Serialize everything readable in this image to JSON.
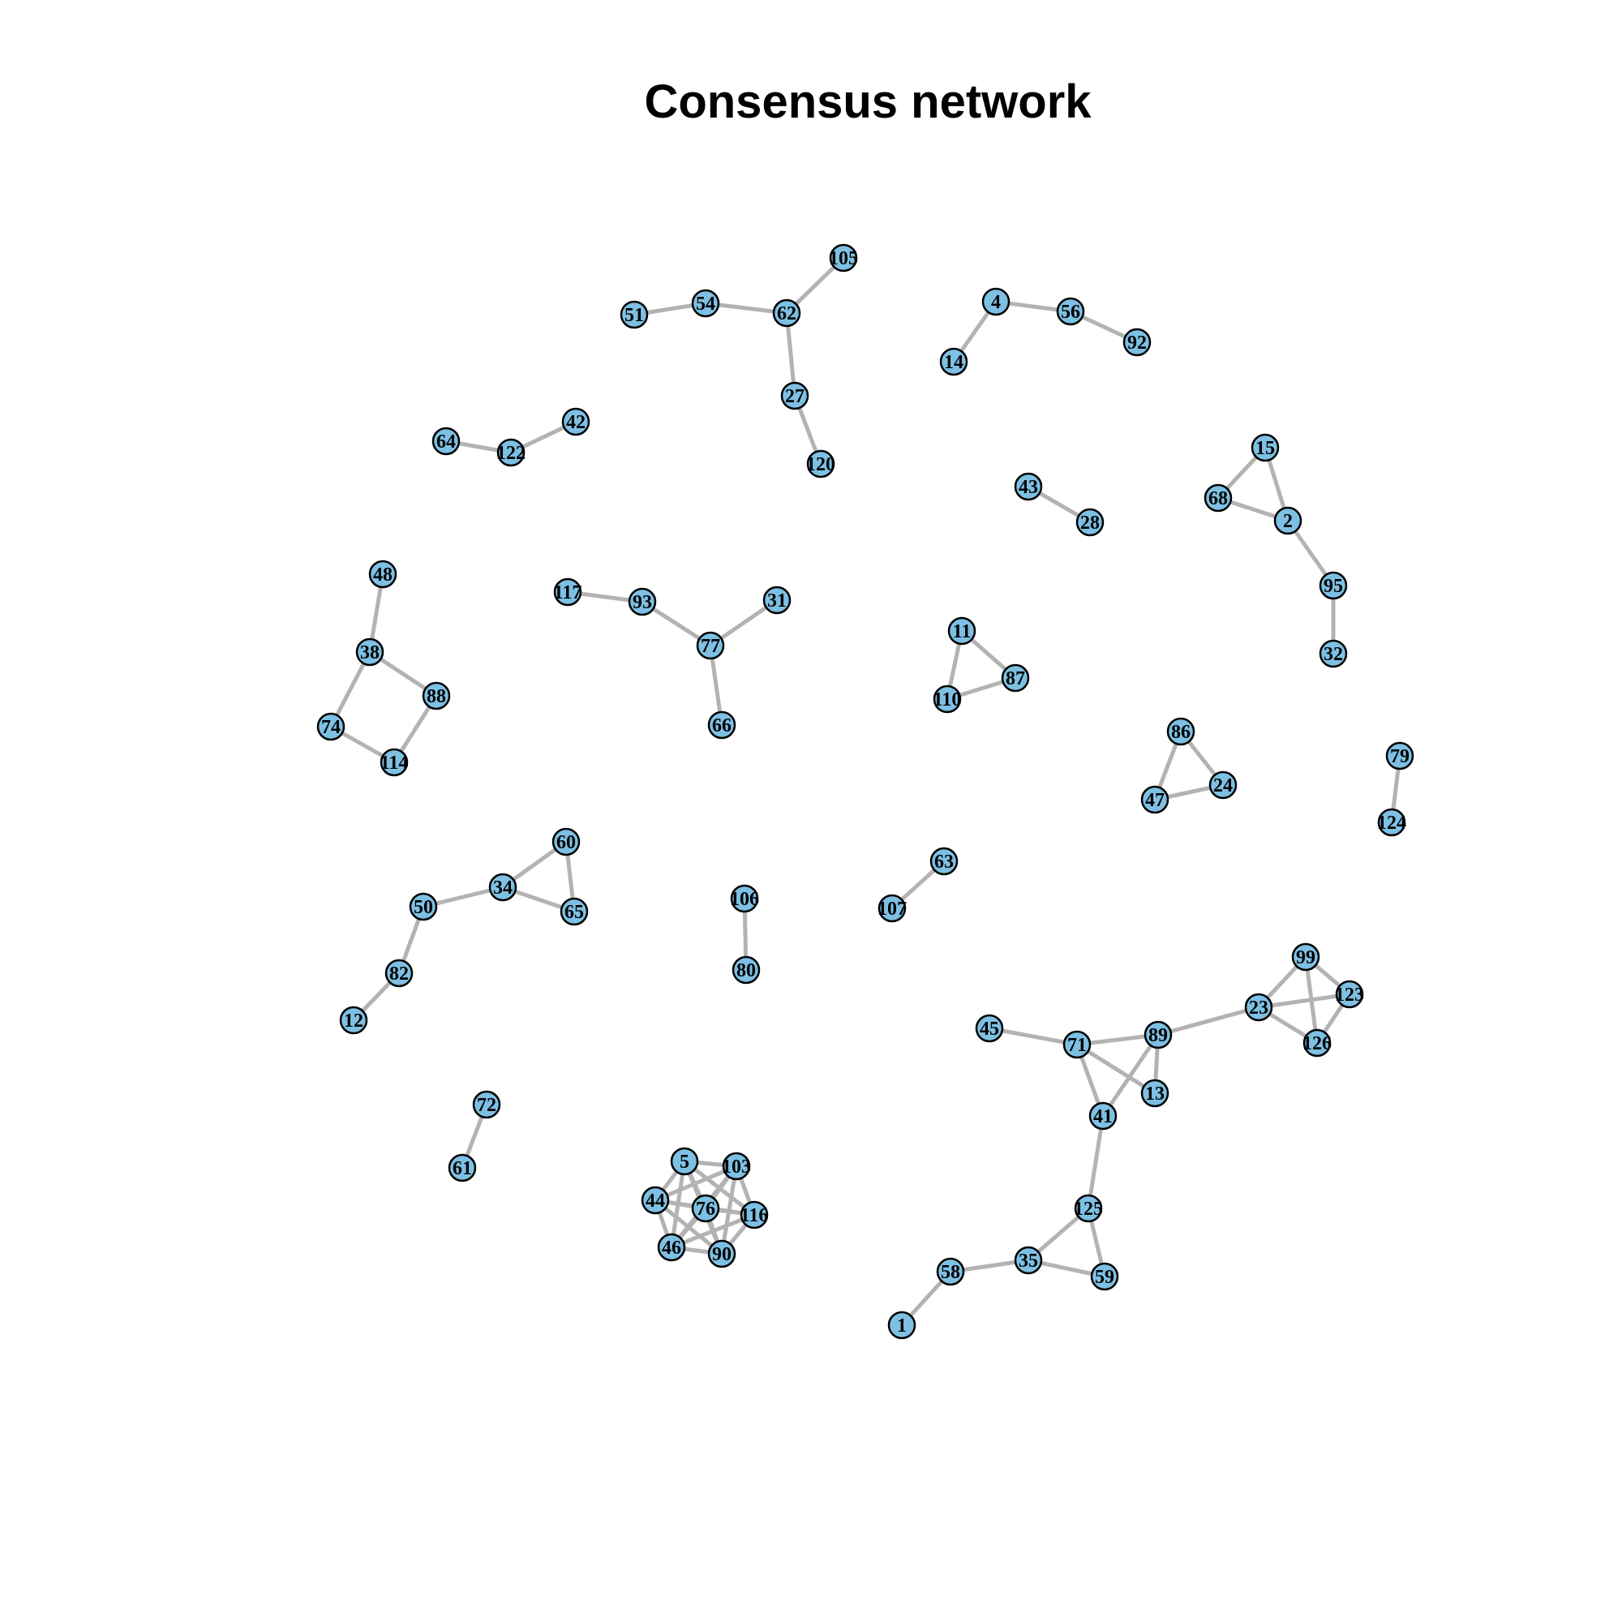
{
  "title": "Consensus network",
  "colors": {
    "node_fill": "#7ec0e3",
    "node_stroke": "#000000",
    "edge": "#b3b3b3",
    "background": "#ffffff"
  },
  "nodes": [
    "1",
    "2",
    "4",
    "5",
    "11",
    "12",
    "13",
    "14",
    "15",
    "23",
    "24",
    "27",
    "28",
    "31",
    "32",
    "34",
    "35",
    "38",
    "41",
    "42",
    "43",
    "44",
    "45",
    "46",
    "47",
    "48",
    "50",
    "51",
    "54",
    "56",
    "58",
    "59",
    "60",
    "61",
    "62",
    "63",
    "64",
    "65",
    "66",
    "68",
    "71",
    "72",
    "74",
    "76",
    "77",
    "79",
    "80",
    "82",
    "86",
    "87",
    "88",
    "89",
    "90",
    "92",
    "93",
    "95",
    "99",
    "103",
    "105",
    "106",
    "107",
    "110",
    "114",
    "116",
    "117",
    "120",
    "122",
    "123",
    "124",
    "125",
    "126"
  ],
  "edges": [
    [
      "51",
      "54"
    ],
    [
      "54",
      "62"
    ],
    [
      "62",
      "105"
    ],
    [
      "62",
      "27"
    ],
    [
      "27",
      "120"
    ],
    [
      "4",
      "14"
    ],
    [
      "4",
      "56"
    ],
    [
      "56",
      "92"
    ],
    [
      "64",
      "122"
    ],
    [
      "122",
      "42"
    ],
    [
      "43",
      "28"
    ],
    [
      "15",
      "68"
    ],
    [
      "15",
      "2"
    ],
    [
      "68",
      "2"
    ],
    [
      "2",
      "95"
    ],
    [
      "95",
      "32"
    ],
    [
      "48",
      "38"
    ],
    [
      "38",
      "88"
    ],
    [
      "38",
      "74"
    ],
    [
      "74",
      "114"
    ],
    [
      "114",
      "88"
    ],
    [
      "117",
      "93"
    ],
    [
      "93",
      "77"
    ],
    [
      "77",
      "31"
    ],
    [
      "77",
      "66"
    ],
    [
      "11",
      "87"
    ],
    [
      "11",
      "110"
    ],
    [
      "110",
      "87"
    ],
    [
      "86",
      "47"
    ],
    [
      "86",
      "24"
    ],
    [
      "47",
      "24"
    ],
    [
      "79",
      "124"
    ],
    [
      "60",
      "34"
    ],
    [
      "60",
      "65"
    ],
    [
      "34",
      "65"
    ],
    [
      "34",
      "50"
    ],
    [
      "50",
      "82"
    ],
    [
      "82",
      "12"
    ],
    [
      "106",
      "80"
    ],
    [
      "63",
      "107"
    ],
    [
      "72",
      "61"
    ],
    [
      "45",
      "71"
    ],
    [
      "71",
      "89"
    ],
    [
      "71",
      "13"
    ],
    [
      "71",
      "41"
    ],
    [
      "89",
      "13"
    ],
    [
      "89",
      "41"
    ],
    [
      "89",
      "23"
    ],
    [
      "41",
      "125"
    ],
    [
      "23",
      "99"
    ],
    [
      "23",
      "123"
    ],
    [
      "23",
      "126"
    ],
    [
      "99",
      "123"
    ],
    [
      "99",
      "126"
    ],
    [
      "123",
      "126"
    ],
    [
      "125",
      "35"
    ],
    [
      "125",
      "59"
    ],
    [
      "35",
      "59"
    ],
    [
      "35",
      "58"
    ],
    [
      "58",
      "1"
    ],
    [
      "5",
      "103"
    ],
    [
      "5",
      "44"
    ],
    [
      "5",
      "76"
    ],
    [
      "5",
      "116"
    ],
    [
      "5",
      "46"
    ],
    [
      "5",
      "90"
    ],
    [
      "103",
      "44"
    ],
    [
      "103",
      "76"
    ],
    [
      "103",
      "116"
    ],
    [
      "103",
      "46"
    ],
    [
      "103",
      "90"
    ],
    [
      "44",
      "76"
    ],
    [
      "44",
      "116"
    ],
    [
      "44",
      "46"
    ],
    [
      "44",
      "90"
    ],
    [
      "76",
      "116"
    ],
    [
      "76",
      "46"
    ],
    [
      "76",
      "90"
    ],
    [
      "116",
      "46"
    ],
    [
      "116",
      "90"
    ],
    [
      "46",
      "90"
    ]
  ]
}
